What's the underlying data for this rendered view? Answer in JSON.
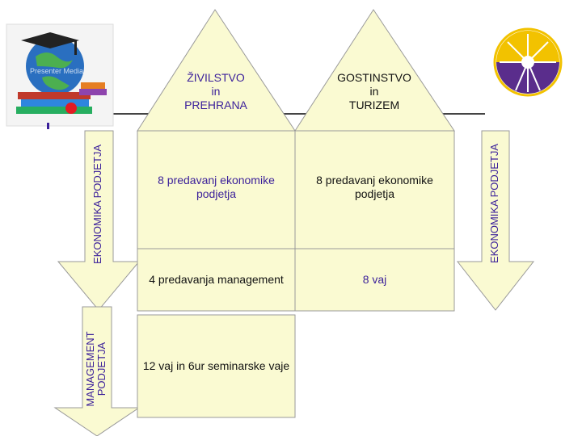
{
  "logo_left": {
    "watermark": "Presenter Media"
  },
  "roofs": [
    {
      "lines": [
        "ŽIVILSTVO",
        "in",
        "PREHRANA"
      ]
    },
    {
      "lines": [
        "GOSTINSTVO",
        "in",
        "TURIZEM"
      ]
    }
  ],
  "cells": {
    "r1c1": "8 predavanj ekonomike podjetja",
    "r1c2": "8 predavanj ekonomike podjetja",
    "r2c1": "4 predavanja management",
    "r2c2": "8 vaj",
    "r3c1": "12 vaj in 6ur seminarske vaje"
  },
  "arrows": {
    "left": "EKONOMIKA PODJETJA",
    "right": "EKONOMIKA PODJETJA",
    "bottom_line1": "MANAGEMENT",
    "bottom_line2": "PODJETJA"
  },
  "colors": {
    "fill": "#fafad2",
    "stroke": "#999999",
    "purple_text": "#3a1f9a",
    "logo_right_yellow": "#f2c200",
    "logo_right_purple": "#5a2d8c"
  }
}
